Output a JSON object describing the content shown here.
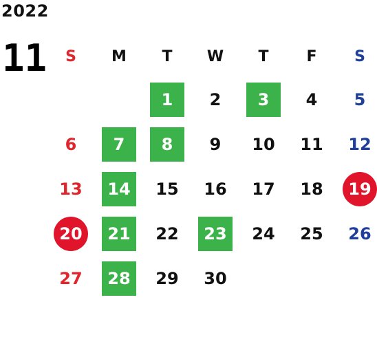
{
  "year": "2022",
  "month": "11",
  "colors": {
    "sunday": "#e0262c",
    "saturday": "#1f3f9a",
    "green_highlight": "#3cb34a",
    "red_circle": "#e0152c"
  },
  "weekdays": [
    "S",
    "M",
    "T",
    "W",
    "T",
    "F",
    "S"
  ],
  "weeks": [
    [
      {
        "day": ""
      },
      {
        "day": ""
      },
      {
        "day": "1",
        "mark": "green"
      },
      {
        "day": "2"
      },
      {
        "day": "3",
        "mark": "green"
      },
      {
        "day": "4"
      },
      {
        "day": "5"
      }
    ],
    [
      {
        "day": "6"
      },
      {
        "day": "7",
        "mark": "green"
      },
      {
        "day": "8",
        "mark": "green"
      },
      {
        "day": "9"
      },
      {
        "day": "10"
      },
      {
        "day": "11"
      },
      {
        "day": "12"
      }
    ],
    [
      {
        "day": "13"
      },
      {
        "day": "14",
        "mark": "green"
      },
      {
        "day": "15"
      },
      {
        "day": "16"
      },
      {
        "day": "17"
      },
      {
        "day": "18"
      },
      {
        "day": "19",
        "mark": "red"
      }
    ],
    [
      {
        "day": "20",
        "mark": "red"
      },
      {
        "day": "21",
        "mark": "green"
      },
      {
        "day": "22"
      },
      {
        "day": "23",
        "mark": "green"
      },
      {
        "day": "24"
      },
      {
        "day": "25"
      },
      {
        "day": "26"
      }
    ],
    [
      {
        "day": "27"
      },
      {
        "day": "28",
        "mark": "green"
      },
      {
        "day": "29"
      },
      {
        "day": "30"
      },
      {
        "day": ""
      },
      {
        "day": ""
      },
      {
        "day": ""
      }
    ]
  ]
}
